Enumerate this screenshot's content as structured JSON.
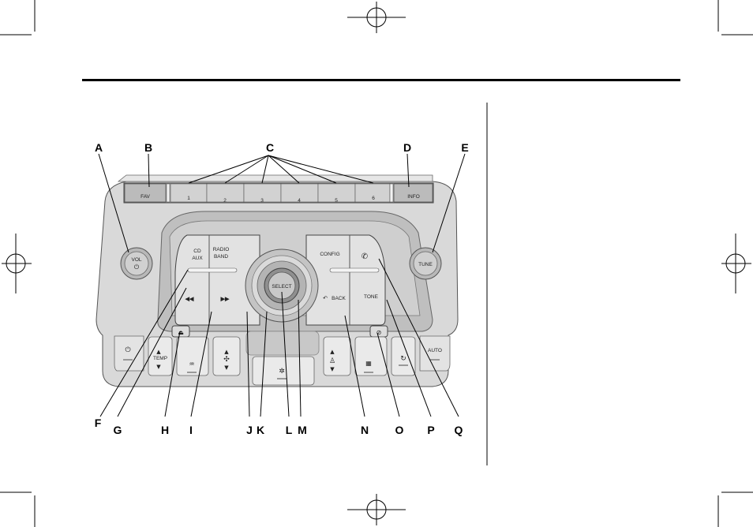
{
  "callouts": {
    "A": "A",
    "B": "B",
    "C": "C",
    "D": "D",
    "E": "E",
    "F": "F",
    "G": "G",
    "H": "H",
    "I": "I",
    "J": "J",
    "K": "K",
    "L": "L",
    "M": "M",
    "N": "N",
    "O": "O",
    "P": "P",
    "Q": "Q"
  },
  "preset_bar": {
    "fav": "FAV",
    "presets": [
      "1",
      "2",
      "3",
      "4",
      "5",
      "6"
    ],
    "info": "INFO"
  },
  "knobs": {
    "vol": "VOL",
    "tune": "TUNE",
    "select": "SELECT"
  },
  "left_cluster": {
    "cd": "CD",
    "aux": "AUX",
    "radio": "RADIO",
    "band": "BAND",
    "prev_glyph": "◀◀",
    "next_glyph": "▶▶"
  },
  "right_cluster": {
    "config": "CONFIG",
    "back": "BACK",
    "tone": "TONE"
  },
  "climate": {
    "temp": "TEMP",
    "auto": "AUTO"
  }
}
